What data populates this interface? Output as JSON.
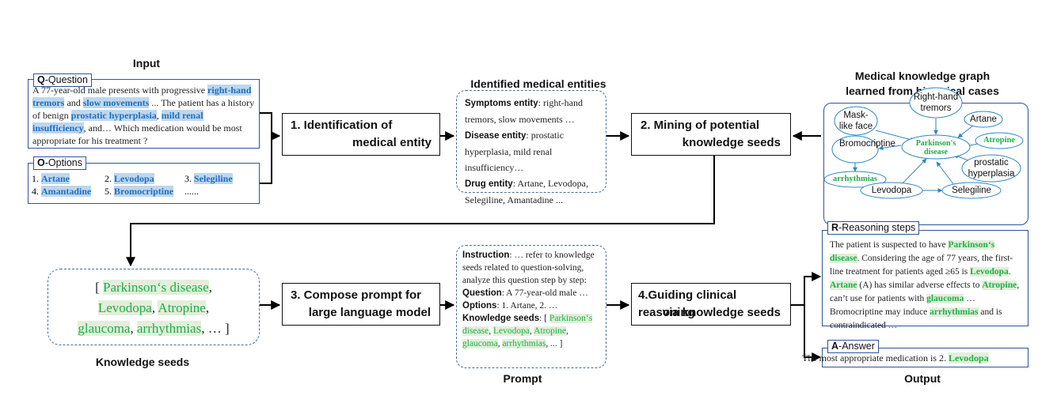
{
  "titles": {
    "input": "Input",
    "entities": "Identified medical entities",
    "kg_line1": "Medical knowledge graph",
    "kg_line2": "learned from historical cases",
    "seeds": "Knowledge seeds",
    "prompt": "Prompt",
    "output": "Output"
  },
  "question": {
    "tag_letter": "Q",
    "tag_label": "-Question",
    "t1": "A 77-year-old male presents with progressive ",
    "h1": "right-hand tremors",
    "t2": " and ",
    "h2": "slow movements",
    "t3": " ... The patient has a history of benign ",
    "h3": "prostatic hyperplasia",
    "t4": ", ",
    "h4": "mild renal insufficiency",
    "t5": ", and… Which medication would be most appropriate for his treatment ?"
  },
  "options": {
    "tag_letter": "O",
    "tag_label": "-Options",
    "o1_num": "1. ",
    "o1": "Artane",
    "o2_num": "2. ",
    "o2": "Levodopa",
    "o3_num": "3. ",
    "o3": "Selegiline",
    "o4_num": "4. ",
    "o4": "Amantadine",
    "o5_num": "5. ",
    "o5": "Bromocriptine",
    "more": "......"
  },
  "steps": {
    "s1_line1": "1. Identification of",
    "s1_line2": "medical entity",
    "s2_line1": "2. Mining of potential",
    "s2_line2": "knowledge seeds",
    "s3_line1": "3. Compose prompt for",
    "s3_line2": "large language model",
    "s4_line1": "4.Guiding clinical reasoning",
    "s4_line2": "via knowledge seeds"
  },
  "entities": {
    "sym_label": "Symptoms entity",
    "sym_text": ": right-hand tremors, slow movements …",
    "dis_label": "Disease entity",
    "dis_text": ": prostatic hyperplasia, mild renal insufficiency…",
    "drug_label": "Drug entity",
    "drug_text": ": Artane, Levodopa, Selegiline, Amantadine ..."
  },
  "kg_nodes": {
    "right_hand": "Right-hand tremors",
    "mask": "Mask-like face",
    "artane": "Artane",
    "bromo": "Bromocriptine",
    "parkinson": "Parkinson's disease",
    "atropine": "Atropine",
    "prostatic": "prostatic hyperplasia",
    "arrhythmias": "arrhythmias",
    "levodopa": "Levodopa",
    "selegiline": "Selegiline"
  },
  "seeds": {
    "open": "[ ",
    "s1": "Parkinson‘s disease",
    "s2": "Levodopa",
    "s3": "Atropine",
    "s4": "glaucoma",
    "s5": "arrhythmias",
    "close": ", … ]"
  },
  "prompt": {
    "instr_label": "Instruction",
    "instr_text": ": … refer to knowledge seeds related to question-solving, analyze this question step by step:",
    "q_label": "Question",
    "q_text": ": A 77-year-old male …",
    "o_label": "Options",
    "o_text": ": 1. Artane, 2. …",
    "ks_label": "Knowledge seeds",
    "ks_open": ": [ ",
    "ks1": "Parkinson‘s disease",
    "ks2": "Levodopa",
    "ks3": "Atropine",
    "ks4": "glaucoma",
    "ks5": "arrhythmias",
    "ks_close": ", ... ]"
  },
  "reasoning": {
    "tag_letter": "R",
    "tag_label": "-Reasoning steps",
    "t1": "The patient is suspected to have ",
    "g1": "Parkinson‘s disease",
    "t2": ". Considering the age of 77 years, the first-line treatment for patients aged ≥65 is ",
    "g2": "Levodopa",
    "t3": ". ",
    "g3": "Artane",
    "t4": " (A) has similar adverse effects to ",
    "g4": "Atropine",
    "t5": ", can’t use for patients with ",
    "g5": "glaucoma",
    "t6": " … Bromocriptine may induce ",
    "g6": "arrhythmias",
    "t7": " and is contraindicated …"
  },
  "answer": {
    "tag_letter": "A",
    "tag_label": "-Answer",
    "text": "The most appropriate medication is 2. ",
    "drug": "Levodopa"
  },
  "colors": {
    "panel_border": "#2f5597",
    "question_highlight": "#bdd7ee",
    "question_highlight_text": "#1f6fbf",
    "seed_highlight": "#e2efda",
    "seed_text": "#1fae4a",
    "kg_edge": "#2e86c1"
  }
}
